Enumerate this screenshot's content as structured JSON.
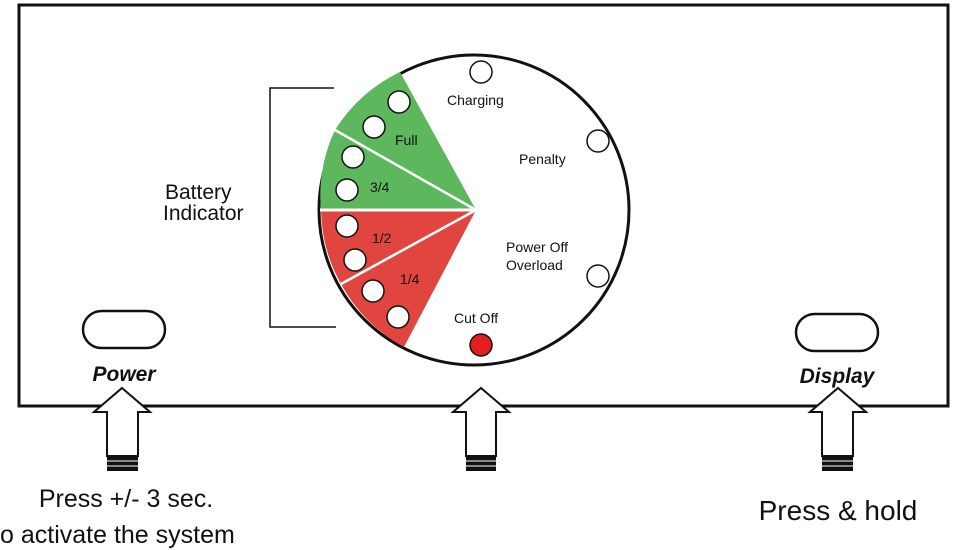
{
  "panel": {
    "battery_label_line1": "Battery",
    "battery_label_line2": "Indicator"
  },
  "dial": {
    "segments": {
      "full": "Full",
      "three_quarter": "3/4",
      "half": "1/2",
      "quarter": "1/4"
    },
    "status": {
      "charging": "Charging",
      "penalty": "Penalty",
      "power_off_line1": "Power Off",
      "power_off_line2": "Overload",
      "cut_off": "Cut Off"
    },
    "colors": {
      "green": "#5DB75D",
      "red": "#E0463F",
      "cut_off_led": "#E41E1E"
    }
  },
  "buttons": {
    "power_label": "Power",
    "display_label": "Display"
  },
  "instructions": {
    "power_line1": "Press +/- 3 sec.",
    "power_line2": "o activate the system",
    "display": "Press & hold"
  }
}
